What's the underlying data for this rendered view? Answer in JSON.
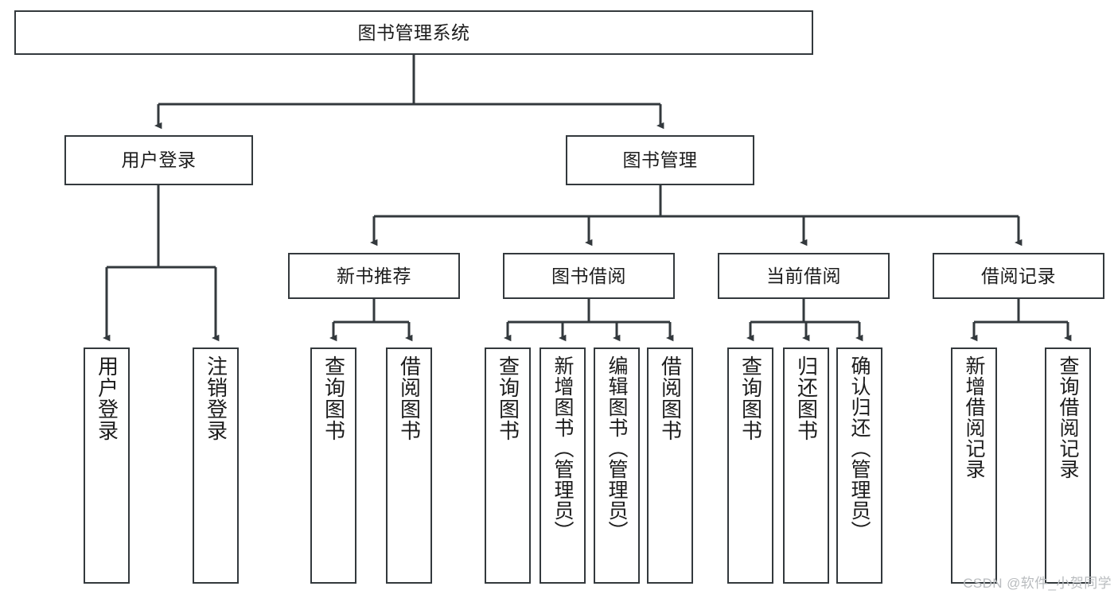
{
  "diagram": {
    "title": "图书管理系统",
    "type": "tree-hierarchy",
    "colors": {
      "box_border": "#33393d",
      "box_fill": "#ffffff",
      "connector": "#33393d",
      "text": "#1c1c1c",
      "watermark": "#b9bcbf"
    },
    "root": {
      "label": "图书管理系统"
    },
    "level2": [
      {
        "label": "用户登录"
      },
      {
        "label": "图书管理"
      }
    ],
    "level3": [
      {
        "label": "新书推荐"
      },
      {
        "label": "图书借阅"
      },
      {
        "label": "当前借阅"
      },
      {
        "label": "借阅记录"
      }
    ],
    "leaves": {
      "user_login": [
        {
          "label": "用户登录"
        },
        {
          "label": "注销登录"
        }
      ],
      "new_book_recommend": [
        {
          "label": "查询图书"
        },
        {
          "label": "借阅图书"
        }
      ],
      "book_borrow": [
        {
          "label": "查询图书"
        },
        {
          "label": "新增图书（管理员）"
        },
        {
          "label": "编辑图书（管理员）"
        },
        {
          "label": "借阅图书"
        }
      ],
      "current_borrow": [
        {
          "label": "查询图书"
        },
        {
          "label": "归还图书"
        },
        {
          "label": "确认归还（管理员）"
        }
      ],
      "borrow_record": [
        {
          "label": "新增借阅记录"
        },
        {
          "label": "查询借阅记录"
        }
      ]
    },
    "watermark": "CSDN @软件_小贺同学"
  }
}
